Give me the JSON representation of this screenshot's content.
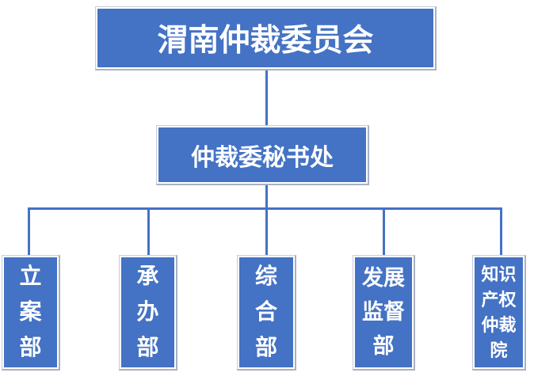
{
  "org_chart": {
    "title_node": {
      "label": "渭南仲裁委员会"
    },
    "secretariat_node": {
      "label": "仲裁委秘书处"
    },
    "departments": [
      {
        "label": "立案部",
        "lines": [
          "立",
          "案",
          "部"
        ]
      },
      {
        "label": "承办部",
        "lines": [
          "承",
          "办",
          "部"
        ]
      },
      {
        "label": "综合部",
        "lines": [
          "综",
          "合",
          "部"
        ]
      },
      {
        "label": "发展监督部",
        "lines": [
          "发展",
          "监督",
          "部"
        ]
      },
      {
        "label": "知识产权仲裁院",
        "lines": [
          "知识",
          "产权",
          "仲裁",
          "院"
        ]
      }
    ],
    "colors": {
      "node_fill": "#4472c4",
      "node_text": "#ffffff",
      "connector": "#4472c4",
      "outline": "#c6ccd9",
      "shadow": "#a9b1c2"
    }
  }
}
